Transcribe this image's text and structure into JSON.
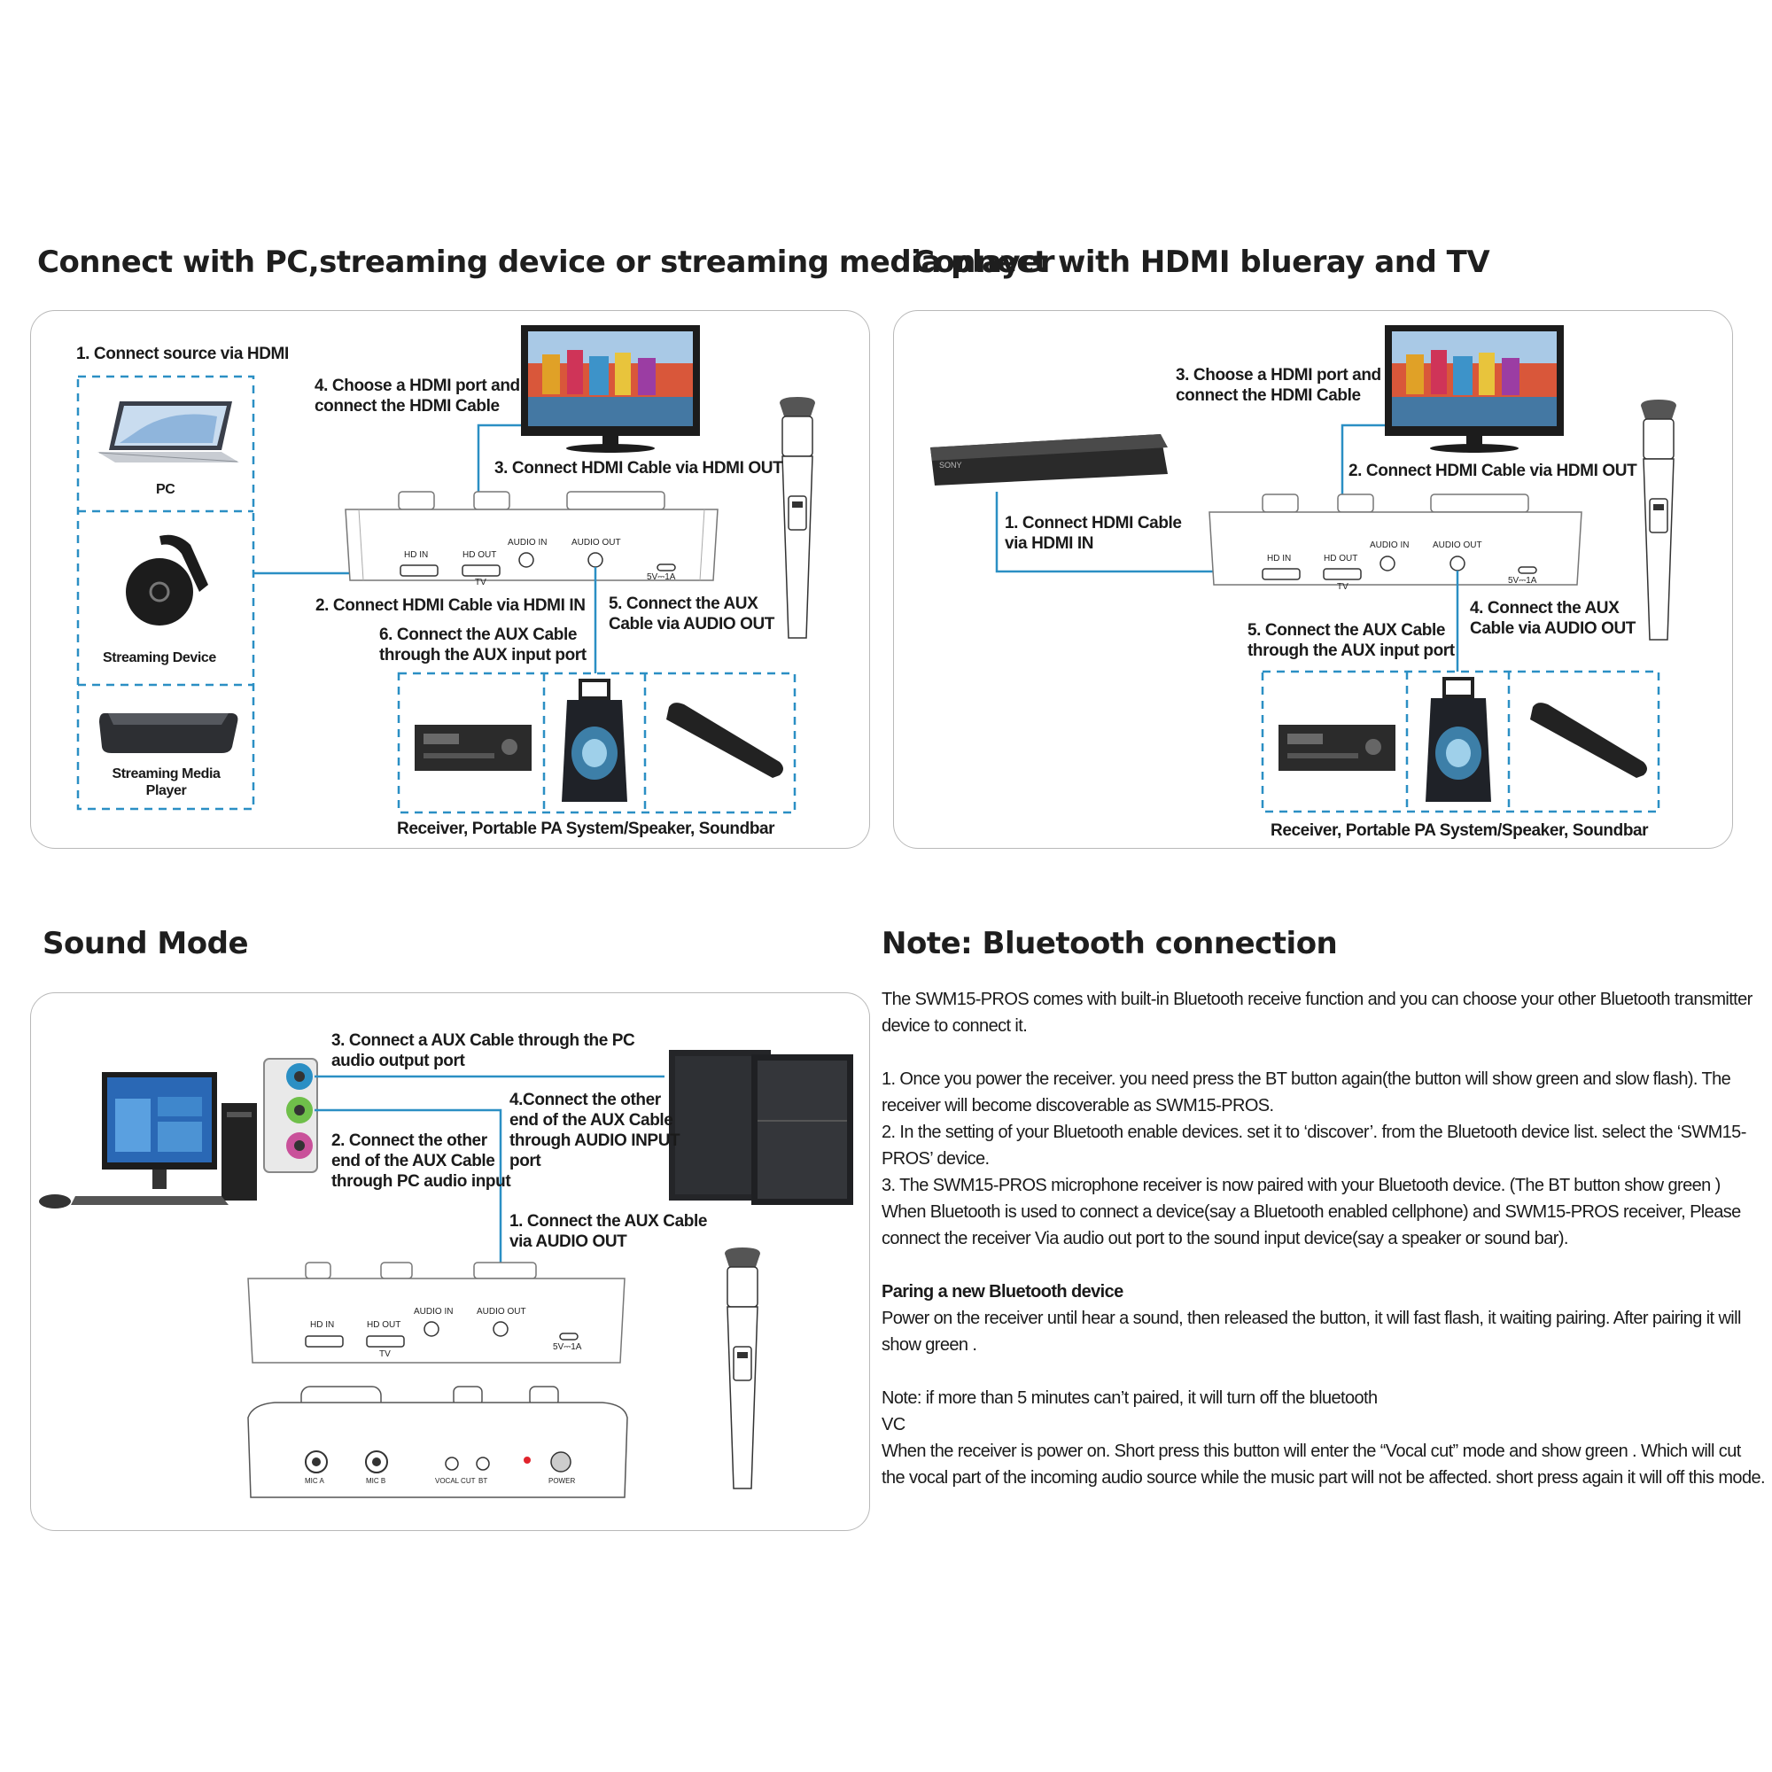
{
  "headings": {
    "pc": "Connect with PC,streaming device or streaming media player",
    "hdmi": "Connect with HDMI blueray and TV",
    "sound": "Sound Mode",
    "bt": "Note: Bluetooth connection"
  },
  "pc_panel": {
    "step1": "1. Connect source via HDMI",
    "pc": "PC",
    "streaming_device": "Streaming Device",
    "streaming_player": "Streaming Media\nPlayer",
    "step2": "2. Connect HDMI Cable via HDMI IN",
    "step3": "3. Connect HDMI Cable via HDMI OUT",
    "step4": "4. Choose a HDMI port and\nconnect the HDMI Cable",
    "step5": "5. Connect the AUX\nCable via AUDIO OUT",
    "step6": "6. Connect the AUX Cable\nthrough the AUX input port",
    "outputs": "Receiver, Portable PA System/Speaker, Soundbar"
  },
  "hdmi_panel": {
    "step1": "1. Connect HDMI Cable\nvia HDMI IN",
    "step2": "2. Connect HDMI Cable via HDMI OUT",
    "step3": "3. Choose a HDMI port and\nconnect the HDMI Cable",
    "step4": "4. Connect the AUX\nCable via AUDIO OUT",
    "step5": "5. Connect the AUX Cable\nthrough the AUX input port",
    "outputs": "Receiver, Portable PA System/Speaker, Soundbar",
    "player_brand": "SONY"
  },
  "sound_panel": {
    "step1": "1. Connect the AUX Cable\nvia AUDIO OUT",
    "step2": "2. Connect the other\nend of the AUX Cable\nthrough PC audio input",
    "step3": "3. Connect a AUX Cable through the PC\naudio output port",
    "step4": "4.Connect the other\nend of the AUX Cable\nthrough AUDIO INPUT\nport"
  },
  "ports": {
    "hd_in": "HD IN",
    "hd_out": "HD OUT",
    "tv": "TV",
    "audio_in": "AUDIO IN",
    "audio_out": "AUDIO OUT",
    "power_spec": "5V⎓1A",
    "mic_a": "MIC A",
    "mic_b": "MIC B",
    "vocal_cut": "VOCAL CUT",
    "bt": "BT",
    "power": "POWER"
  },
  "bluetooth_note": {
    "intro": "The SWM15-PROS comes with built-in Bluetooth receive function and you can choose your other Bluetooth transmitter device to connect it.",
    "step1": "1. Once you power the receiver. you need press the BT button again(the button will show green and slow flash). The receiver will become discoverable as SWM15-PROS.",
    "step2": "2. In the setting of your Bluetooth enable devices. set it to ‘discover’. from the Bluetooth device list. select the ‘SWM15-PROS’ device.",
    "step3": "3. The SWM15-PROS microphone receiver is now paired with your Bluetooth device. (The BT button show green ) When Bluetooth is used to connect a device(say a Bluetooth enabled cellphone) and SWM15-PROS receiver, Please connect the receiver Via audio out port to the sound input device(say a speaker or sound bar).",
    "pairing_title": "Paring a new Bluetooth device",
    "pairing_text": "Power on the receiver until hear a sound, then released the button, it will fast flash, it waiting pairing. After pairing it will show green .",
    "note": "Note: if more than 5 minutes can’t paired, it will turn off the bluetooth",
    "vc_title": "VC",
    "vc_text": "When the receiver is power on. Short press this button will enter the “Vocal cut” mode and show green . Which will cut the vocal part of the incoming audio source while the music part will not be affected. short press again it will off this mode."
  },
  "colors": {
    "cable": "#2b8fc4",
    "dashed": "#2b8fc4",
    "panel_border": "#b9b9b9"
  }
}
